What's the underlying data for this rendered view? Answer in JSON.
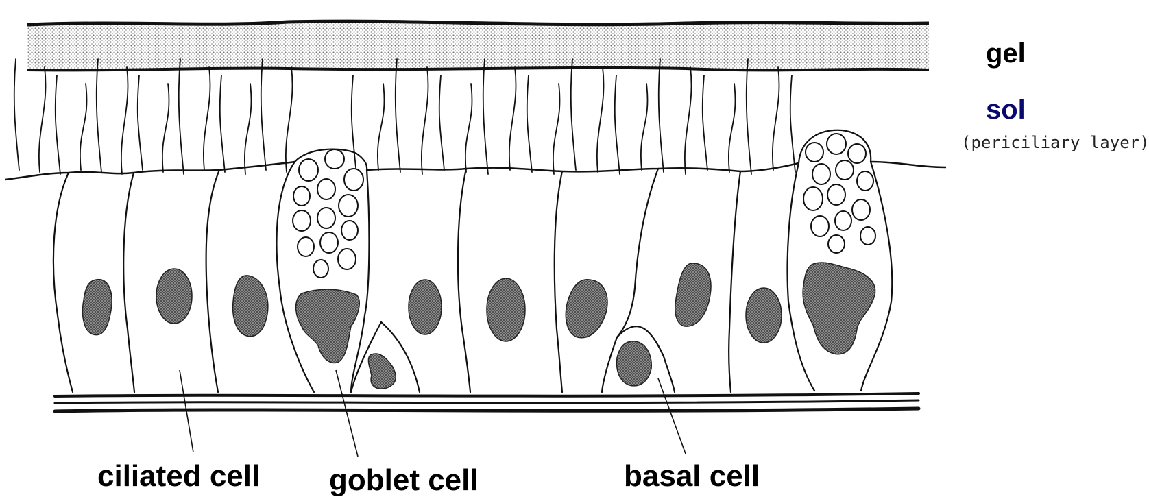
{
  "labels": {
    "gel": "gel",
    "sol": "sol",
    "sol_note": "(periciliary layer)",
    "ciliated_cell": "ciliated cell",
    "goblet_cell": "goblet cell",
    "basal_cell": "basal cell"
  },
  "colors": {
    "line": "#111111",
    "gel_fill": "#d6d6d6",
    "nucleus_fill": "#6b6b6b",
    "sol_label": "#0a0a6e",
    "label": "#000000"
  }
}
